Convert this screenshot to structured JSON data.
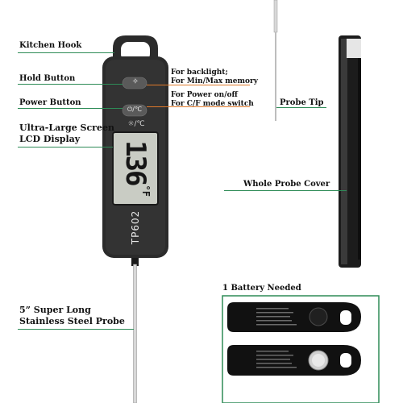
{
  "labels": {
    "kitchen_hook": "Kitchen Hook",
    "hold_button": "Hold Button",
    "power_button": "Power Button",
    "lcd_line1": "Ultra-Large Screen",
    "lcd_line2": "LCD Display",
    "probe_line1": "5” Super Long",
    "probe_line2": "Stainless Steel Probe",
    "probe_tip": "Probe Tip",
    "probe_cover": "Whole Probe Cover",
    "battery": "1 Battery Needed"
  },
  "notes": {
    "hold_1": "For backlight;",
    "hold_2": "For Min/Max memory",
    "power_1": "For Power on/off",
    "power_2": "For C/F mode switch"
  },
  "device": {
    "reading": "136",
    "unit": "°F",
    "model": "TP602",
    "hold_symbol": "✧",
    "power_symbol": "⏻/℃",
    "logo": "☼/℃"
  },
  "colors": {
    "green_leader": "#2e8b57",
    "orange_leader": "#e07a2b",
    "device_body": "#2b2b2b",
    "lcd": "#c9ccc4"
  }
}
